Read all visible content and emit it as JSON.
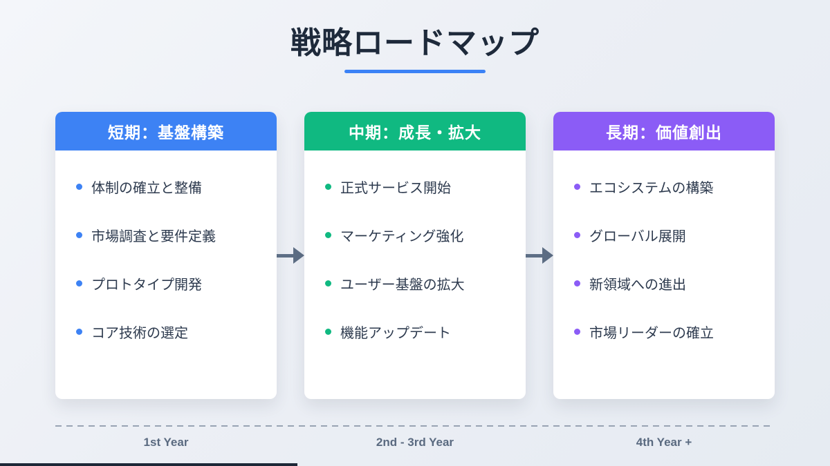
{
  "title": {
    "text": "戦略ロードマップ",
    "underline_color": "#3b82f6"
  },
  "colors": {
    "background_start": "#f4f6fa",
    "background_end": "#e6ebf2",
    "title_text": "#1e2a3b",
    "body_text": "#2d3a4e",
    "card_background": "#ffffff",
    "arrow": "#5d6e85",
    "timeline_line": "#98a3b3",
    "timeline_label": "#5a6a80",
    "bottom_bar": "#1d2737"
  },
  "columns": [
    {
      "header": "短期：基盤構築",
      "color": "#3d82f4",
      "items": [
        "体制の確立と整備",
        "市場調査と要件定義",
        "プロトタイプ開発",
        "コア技術の選定"
      ],
      "timeline_label": "1st Year"
    },
    {
      "header": "中期：成長・拡大",
      "color": "#10b981",
      "items": [
        "正式サービス開始",
        "マーケティング強化",
        "ユーザー基盤の拡大",
        "機能アップデート"
      ],
      "timeline_label": "2nd - 3rd Year"
    },
    {
      "header": "長期：価値創出",
      "color": "#8b5cf6",
      "items": [
        "エコシステムの構築",
        "グローバル展開",
        "新領域への進出",
        "市場リーダーの確立"
      ],
      "timeline_label": "4th Year +"
    }
  ]
}
